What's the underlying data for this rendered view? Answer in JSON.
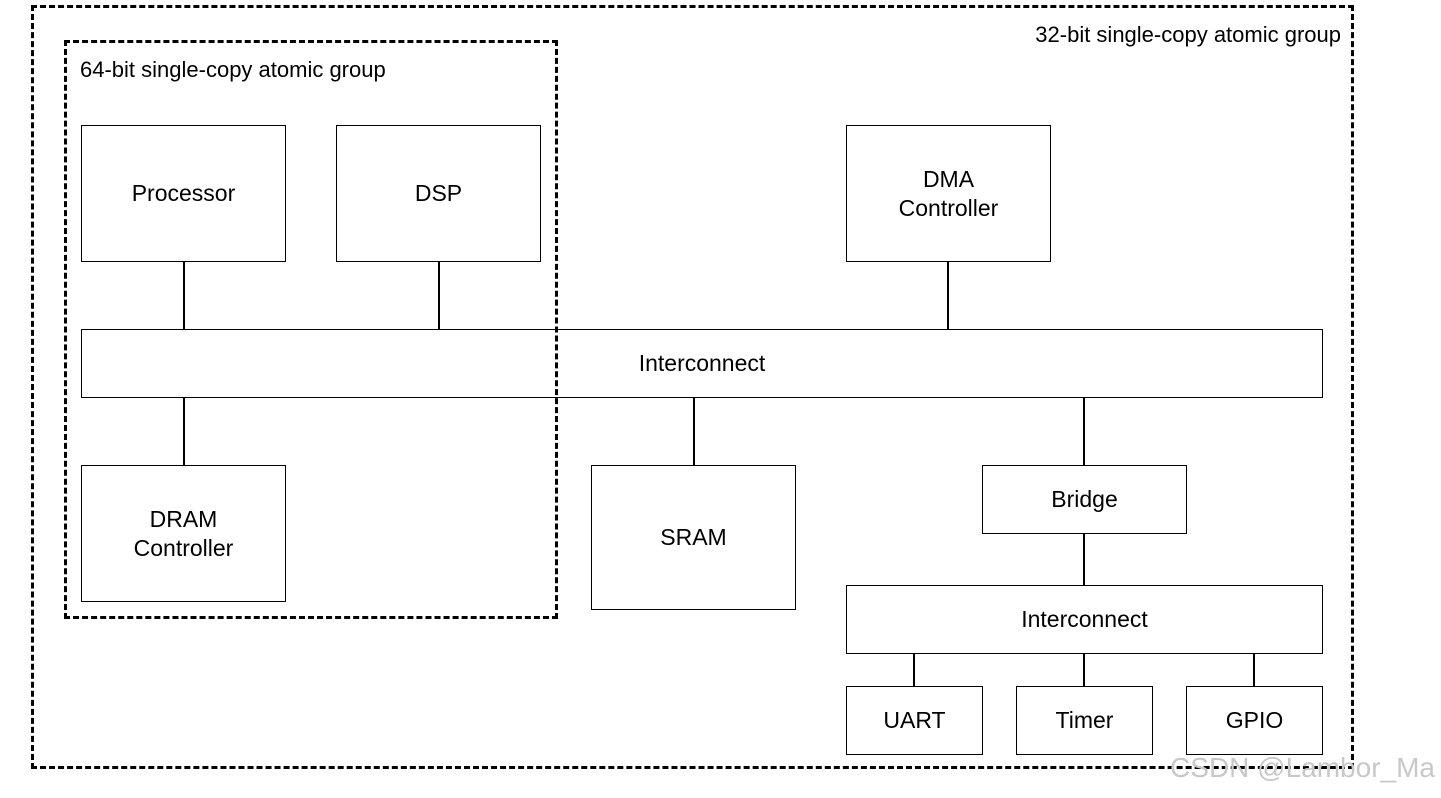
{
  "groups": {
    "outer_label": "32-bit single-copy atomic group",
    "inner_label": "64-bit single-copy atomic group"
  },
  "blocks": {
    "processor": "Processor",
    "dsp": "DSP",
    "dma_controller": "DMA\nController",
    "main_interconnect": "Interconnect",
    "dram_controller": "DRAM\nController",
    "sram": "SRAM",
    "bridge": "Bridge",
    "peripheral_interconnect": "Interconnect",
    "uart": "UART",
    "timer": "Timer",
    "gpio": "GPIO"
  },
  "watermark": "CSDN @Lambor_Ma"
}
